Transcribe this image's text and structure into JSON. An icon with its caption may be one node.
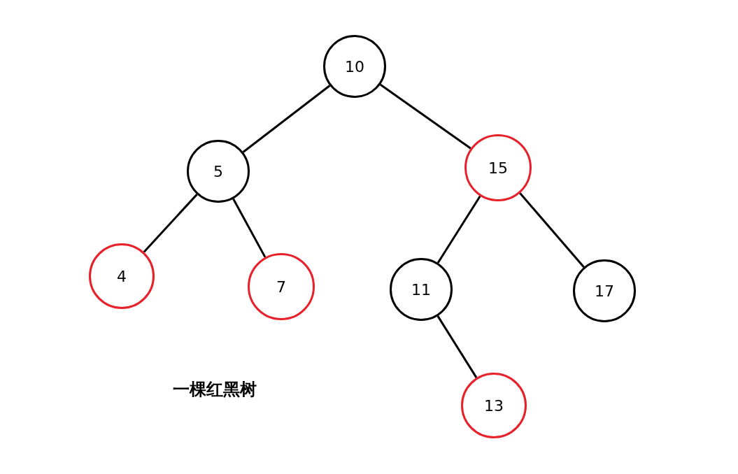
{
  "diagram": {
    "nodes": [
      {
        "text": [
          "10"
        ]
      },
      {
        "text": [
          "5"
        ]
      },
      {
        "text": [
          "15"
        ]
      },
      {
        "text": [
          "4"
        ]
      },
      {
        "text": [
          "7"
        ]
      },
      {
        "text": [
          "11"
        ]
      },
      {
        "text": [
          "17"
        ]
      },
      {
        "text": [
          "13"
        ]
      }
    ],
    "edges": [
      {
        "from": 0,
        "to": 1,
        "arrow": "none"
      },
      {
        "from": 0,
        "to": 2,
        "arrow": "none"
      },
      {
        "from": 1,
        "to": 3,
        "arrow": "none"
      },
      {
        "from": 1,
        "to": 4,
        "arrow": "none"
      },
      {
        "from": 2,
        "to": 5,
        "arrow": "none"
      },
      {
        "from": 2,
        "to": 6,
        "arrow": "none"
      },
      {
        "from": 5,
        "to": 7,
        "arrow": "none"
      }
    ],
    "labels": [
      "一棵红黑树"
    ]
  }
}
